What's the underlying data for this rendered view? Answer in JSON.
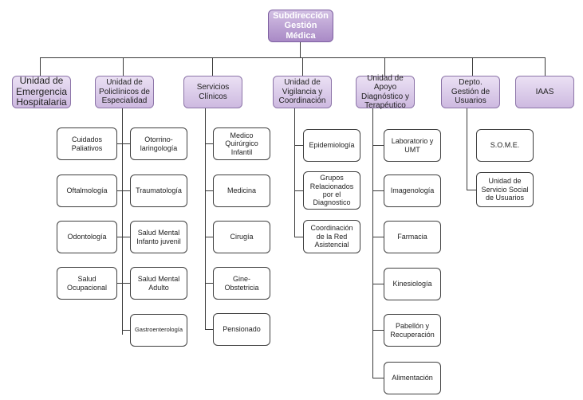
{
  "top": {
    "label": "Subdirección Gestión Médica"
  },
  "units": [
    {
      "label": "Unidad de Emergencia Hospitalaria"
    },
    {
      "label": "Unidad de Policlínicos de Especialidad"
    },
    {
      "label": "Servicios Clínicos"
    },
    {
      "label": "Unidad de Vigilancia y Coordinación"
    },
    {
      "label": "Unidad de Apoyo Diagnóstico y Terapéutico"
    },
    {
      "label": "Depto. Gestión de Usuarios"
    },
    {
      "label": "IAAS"
    }
  ],
  "policlinicos_left": [
    "Cuidados Paliativos",
    "Oftalmología",
    "Odontología",
    "Salud Ocupacional"
  ],
  "policlinicos_right": [
    "Otorrino-laringología",
    "Traumatología",
    "Salud Mental Infanto juvenil",
    "Salud Mental Adulto",
    "Gastroenterología"
  ],
  "servicios": [
    "Medico Quirúrgico Infantil",
    "Medicina",
    "Cirugía",
    "Gine-Obstetricia",
    "Pensionado"
  ],
  "vigilancia": [
    "Epidemiología",
    "Grupos Relacionados por el Diagnostico",
    "Coordinación de la Red Asistencial"
  ],
  "apoyo": [
    "Laboratorio y UMT",
    "Imagenología",
    "Farmacia",
    "Kinesiología",
    "Pabellón y Recuperación",
    "Alimentación"
  ],
  "usuarios": [
    "S.O.M.E.",
    "Unidad de Servicio Social de Usuarios"
  ]
}
